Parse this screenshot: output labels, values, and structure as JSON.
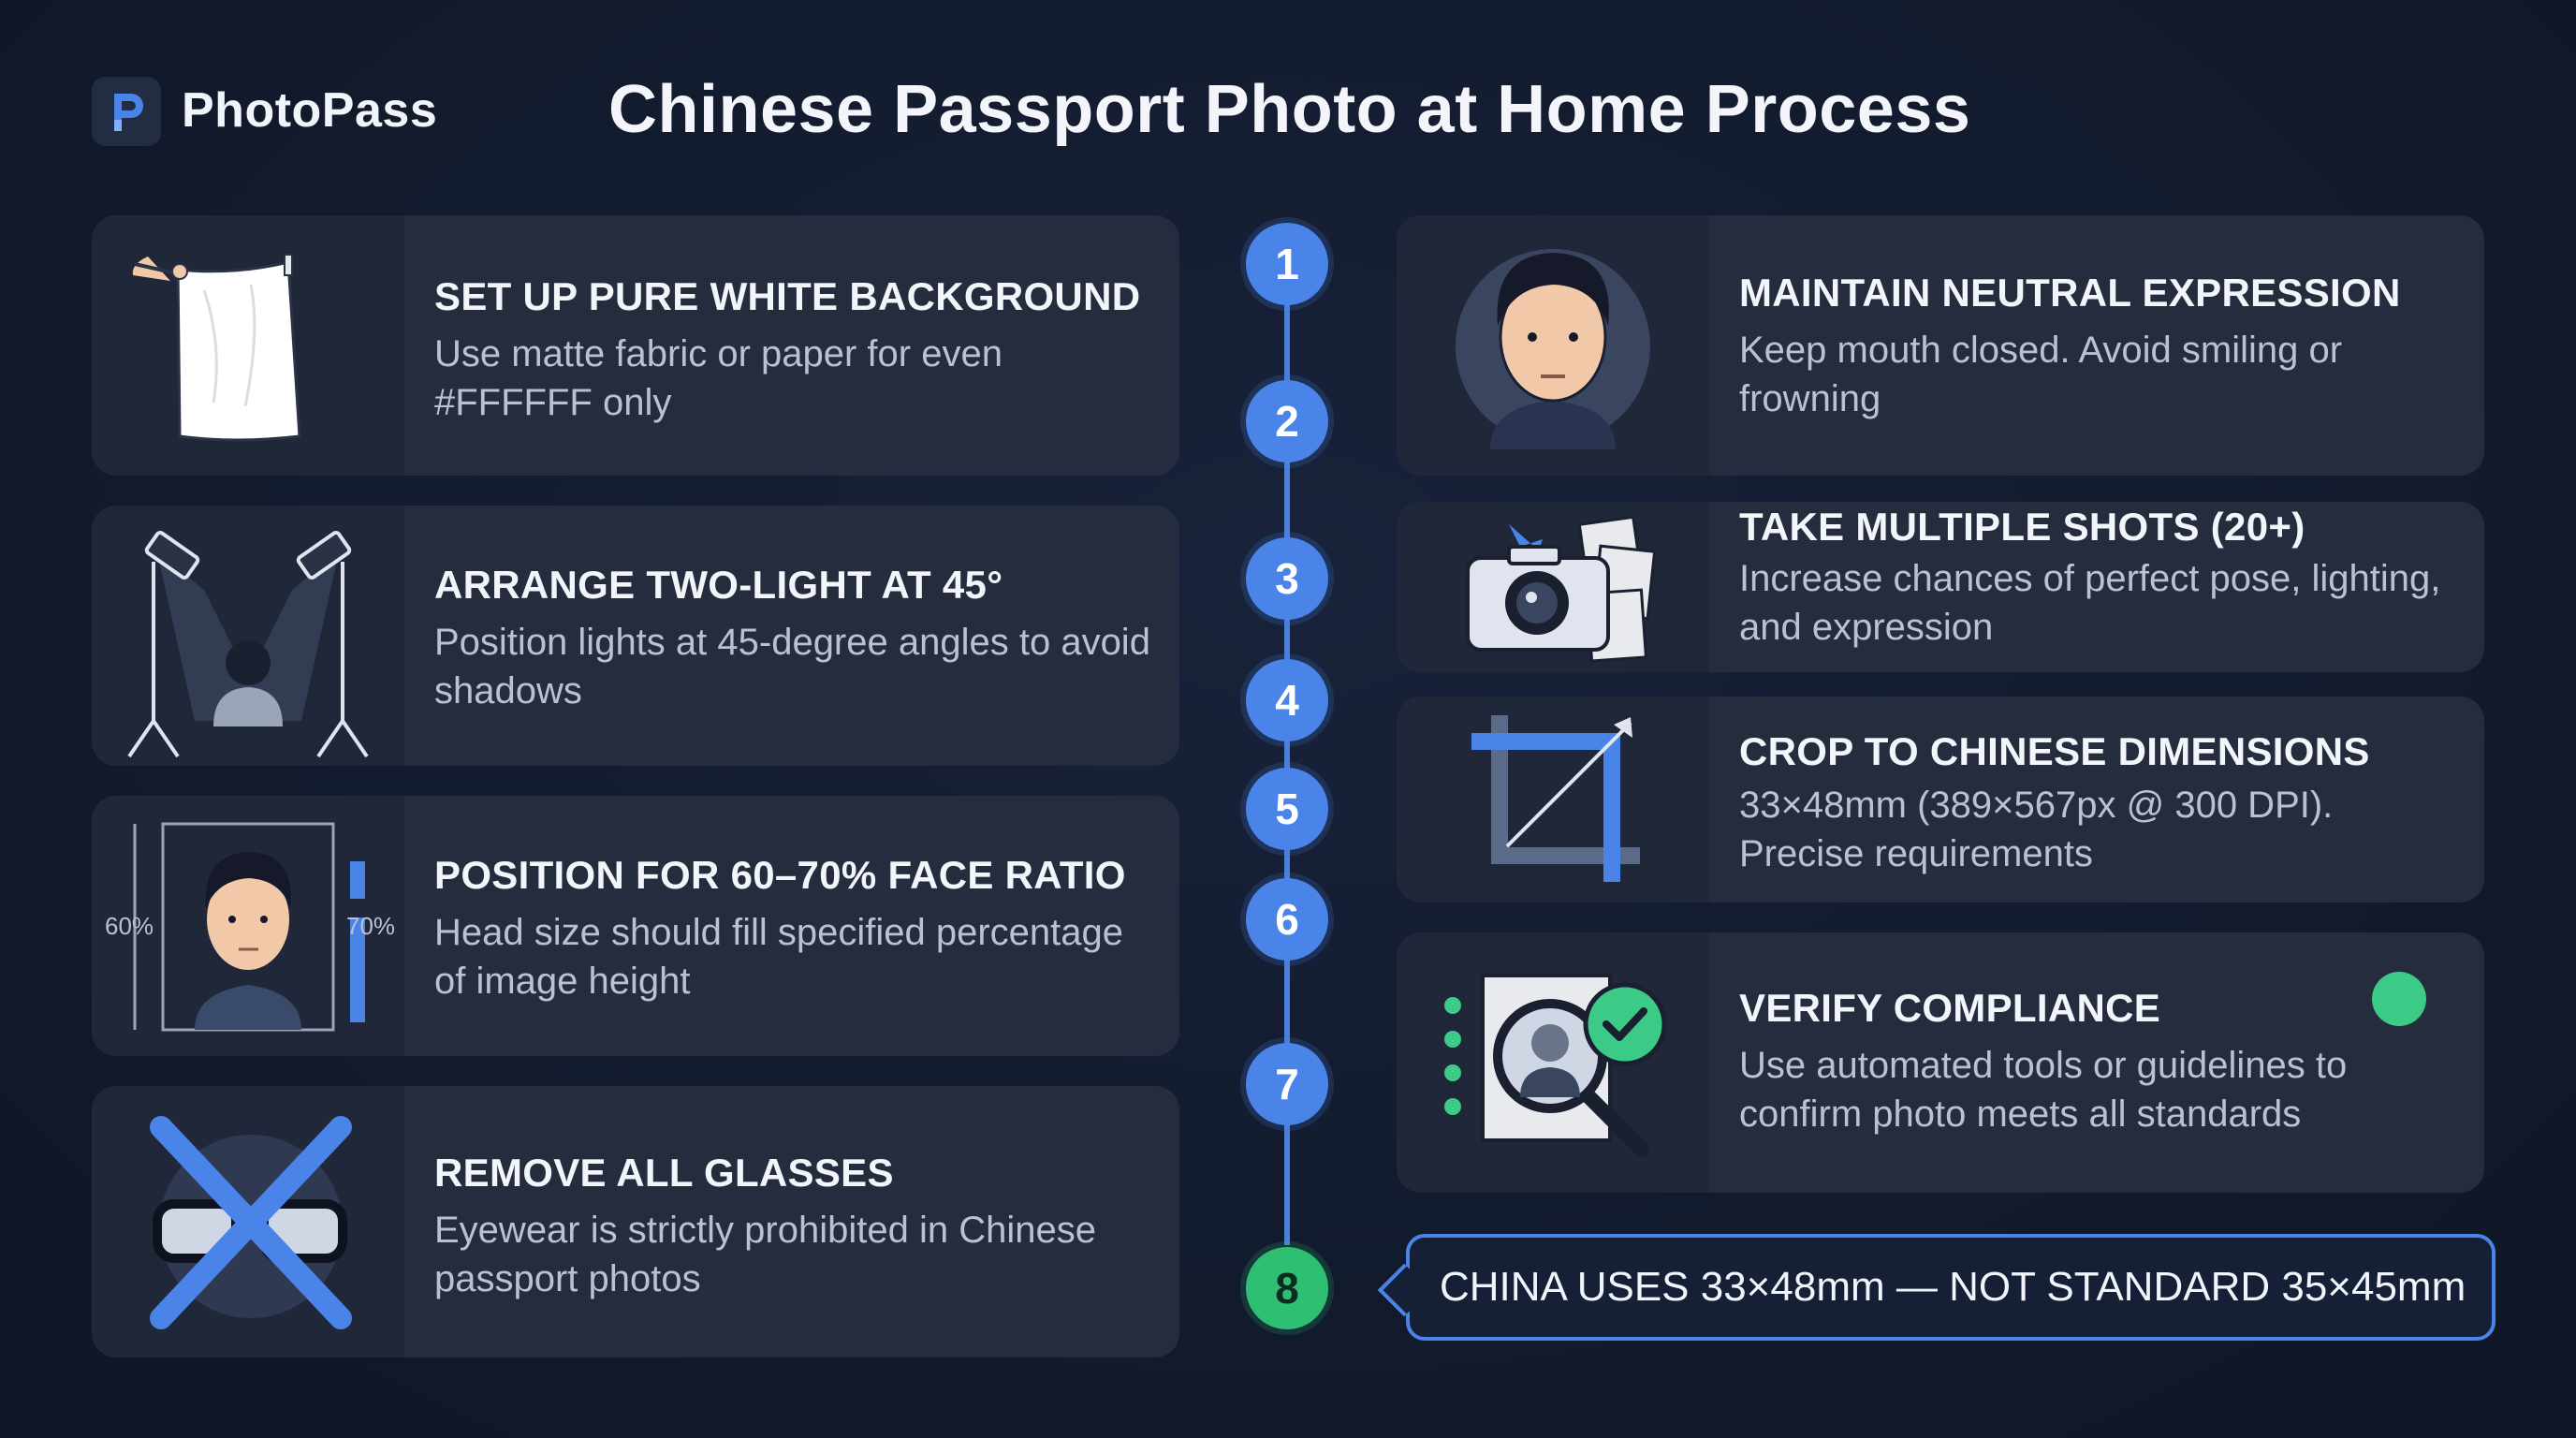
{
  "header": {
    "brand": "PhotoPass",
    "title": "Chinese Passport Photo at Home Process"
  },
  "left_steps": [
    {
      "title": "SET UP PURE WHITE BACKGROUND",
      "desc": "Use matte fabric or paper for even #FFFFFF only",
      "icon": "white-cloth-icon"
    },
    {
      "title": "ARRANGE TWO-LIGHT AT 45°",
      "desc": "Position lights at 45-degree angles to avoid shadows",
      "icon": "studio-lights-icon"
    },
    {
      "title": "POSITION FOR 60–70% FACE RATIO",
      "desc": "Head size should fill specified percentage of image height",
      "icon": "face-ratio-icon",
      "labels": [
        "60%",
        "70%"
      ]
    },
    {
      "title": "REMOVE ALL GLASSES",
      "desc": "Eyewear is strictly prohibited in Chinese passport photos",
      "icon": "no-glasses-icon"
    }
  ],
  "right_steps": [
    {
      "title": "MAINTAIN NEUTRAL EXPRESSION",
      "desc": "Keep mouth closed. Avoid smiling or frowning",
      "icon": "neutral-face-icon"
    },
    {
      "title": "TAKE MULTIPLE SHOTS (20+)",
      "desc": "Increase chances of perfect pose, lighting, and expression",
      "icon": "camera-photos-icon"
    },
    {
      "title": "CROP TO CHINESE DIMENSIONS",
      "desc": "33×48mm (389×567px @ 300 DPI). Precise requirements",
      "icon": "crop-icon"
    },
    {
      "title": "VERIFY COMPLIANCE",
      "desc": "Use automated tools or guidelines to confirm photo meets all standards",
      "icon": "verify-magnifier-icon"
    }
  ],
  "timeline": [
    "1",
    "2",
    "3",
    "4",
    "5",
    "6",
    "7",
    "8"
  ],
  "note": "CHINA USES 33×48mm — NOT STANDARD 35×45mm",
  "colors": {
    "background": "#131b2e",
    "card": "#242c3e",
    "accent": "#4a84e8",
    "success": "#2fbf72"
  }
}
